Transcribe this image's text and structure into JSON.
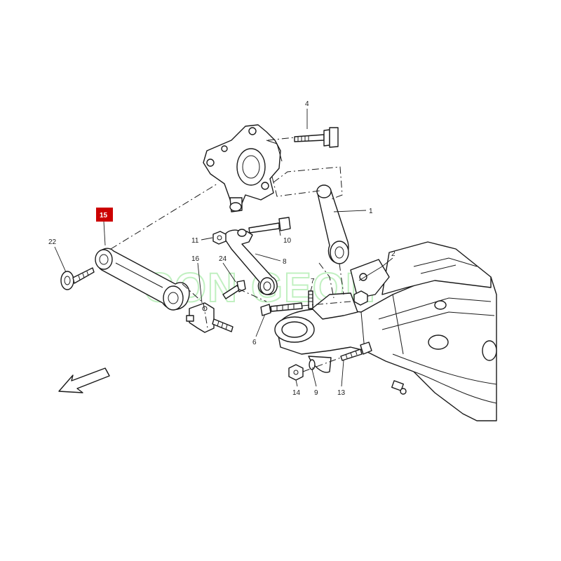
{
  "diagram": {
    "watermark": "CON GEON",
    "highlight_color": "#cc0000",
    "highlighted_part": "15",
    "callouts": [
      {
        "id": "c1",
        "label": "1"
      },
      {
        "id": "c2",
        "label": "2"
      },
      {
        "id": "c4",
        "label": "4"
      },
      {
        "id": "c6",
        "label": "6"
      },
      {
        "id": "c7",
        "label": "7"
      },
      {
        "id": "c8",
        "label": "8"
      },
      {
        "id": "c9",
        "label": "9"
      },
      {
        "id": "c10",
        "label": "10"
      },
      {
        "id": "c11",
        "label": "11"
      },
      {
        "id": "c13",
        "label": "13"
      },
      {
        "id": "c14",
        "label": "14"
      },
      {
        "id": "c15",
        "label": "15"
      },
      {
        "id": "c16",
        "label": "16"
      },
      {
        "id": "c22",
        "label": "22"
      },
      {
        "id": "c24",
        "label": "24"
      }
    ]
  }
}
